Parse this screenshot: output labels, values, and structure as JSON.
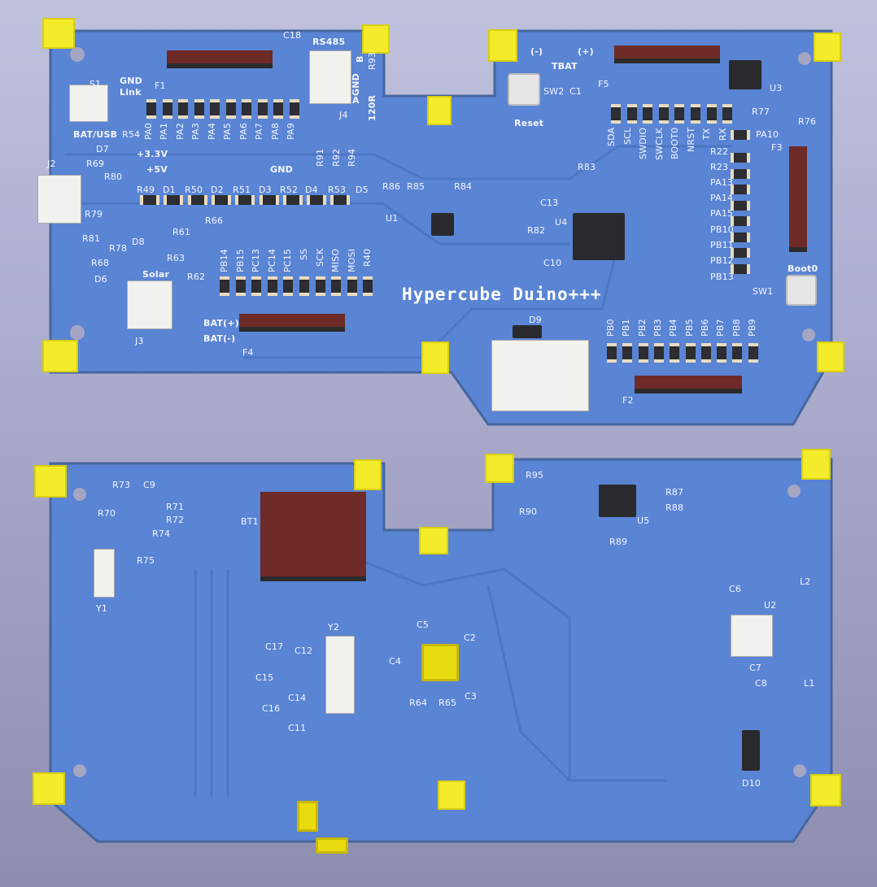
{
  "top_board": {
    "title": "Hypercube Duino+++",
    "labels": [
      "C18",
      "RS485",
      "B",
      "R93",
      "GND",
      "A",
      "120R",
      "F1",
      "GND",
      "Link",
      "S1",
      "BAT/USB",
      "R54",
      "D7",
      "J2",
      "R69",
      "PA0",
      "PA1",
      "PA2",
      "PA3",
      "PA4",
      "PA5",
      "PA6",
      "PA7",
      "PA8",
      "PA9",
      "J4",
      "R91",
      "R92",
      "R94",
      "+3.3V",
      "+5V",
      "GND",
      "R80",
      "R49",
      "D1",
      "R50",
      "D2",
      "R51",
      "D3",
      "R52",
      "D4",
      "R53",
      "D5",
      "R86",
      "R85",
      "R84",
      "R79",
      "U1",
      "R83",
      "C13",
      "U4",
      "R82",
      "C10",
      "R66",
      "R61",
      "R81",
      "D8",
      "R78",
      "R63",
      "R62",
      "R68",
      "D6",
      "Solar",
      "J3",
      "BAT(+)",
      "BAT(-)",
      "F4",
      "PB14",
      "PB15",
      "PC13",
      "PC14",
      "PC15",
      "SS",
      "SCK",
      "MISO",
      "MOSI",
      "R40",
      "D9",
      "F2",
      "PB0",
      "PB1",
      "PB2",
      "PB3",
      "PB4",
      "PB5",
      "PB6",
      "PB7",
      "PB8",
      "PB9",
      "SW1",
      "Boot0",
      "TBAT",
      "(-)",
      "(+)",
      "SW2",
      "C1",
      "F5",
      "Reset",
      "U3",
      "R77",
      "R76",
      "SDA",
      "SCL",
      "SWDIO",
      "SWCLK",
      "BOOT0",
      "NRST",
      "TX",
      "RX",
      "PA10",
      "F3",
      "R22",
      "R23",
      "PA13",
      "PA14",
      "PA15",
      "PB10",
      "PB11",
      "PB12",
      "PB13"
    ]
  },
  "bottom_board": {
    "labels": [
      "BT1",
      "R73",
      "C9",
      "R71",
      "R70",
      "R72",
      "R74",
      "R75",
      "Y1",
      "Y2",
      "C17",
      "C12",
      "C15",
      "C14",
      "C16",
      "C11",
      "C5",
      "C4",
      "C2",
      "C3",
      "R64",
      "R65",
      "R95",
      "R90",
      "R87",
      "R88",
      "U5",
      "R89",
      "C6",
      "L2",
      "U2",
      "C7",
      "C8",
      "L1",
      "D10"
    ]
  },
  "colors": {
    "board": "#5b86d6",
    "silkscreen": "#f4f6ff",
    "pad": "#e8dc10",
    "connector": "#6e2a26"
  }
}
